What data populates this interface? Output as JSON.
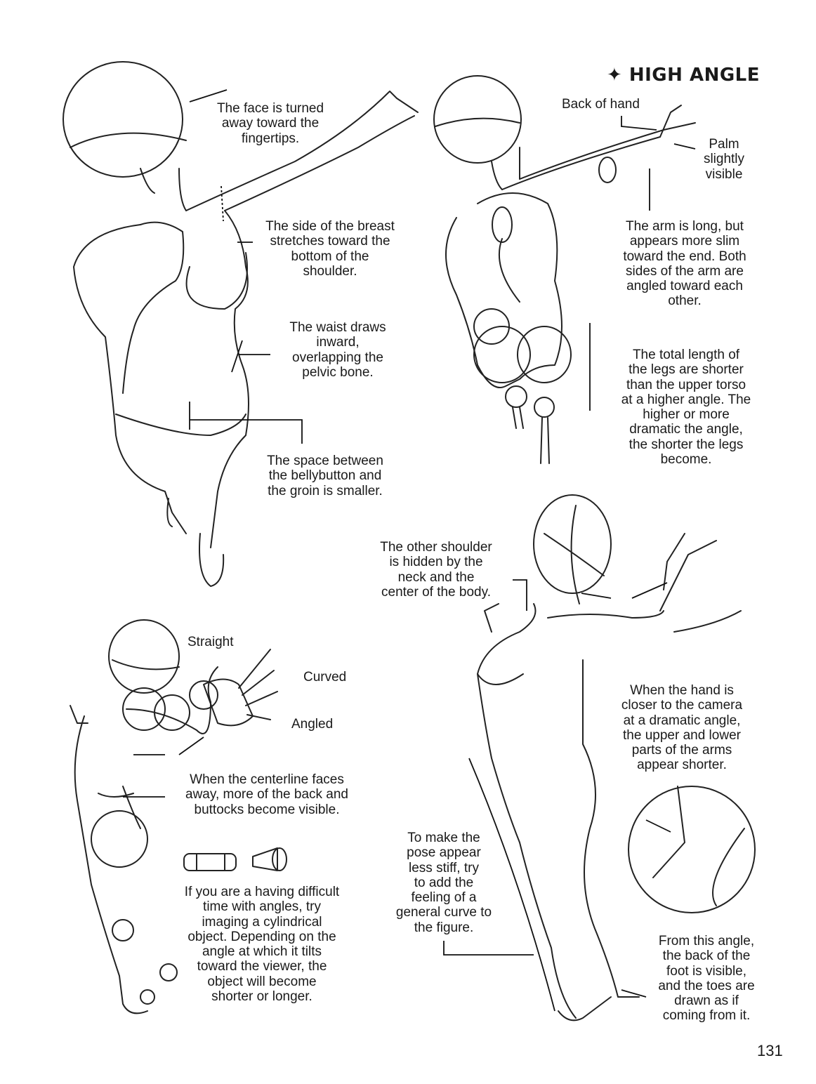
{
  "title": {
    "icon": "four-point-star-icon",
    "star": "✦",
    "text": "HIGH ANGLE"
  },
  "notes": {
    "face_turned": "The face is turned\naway toward the\nfingertips.",
    "breast_side": "The side of the breast\nstretches toward the\nbottom of the\nshoulder.",
    "waist": "The waist draws\ninward,\noverlapping the\npelvic bone.",
    "bellybutton": "The space between\nthe bellybutton and\nthe groin is smaller.",
    "back_of_hand": "Back of hand",
    "palm": "Palm\nslightly\nvisible",
    "arm_long": "The arm is long, but\nappears more slim\ntoward the end. Both\nsides of the arm are\nangled toward each\nother.",
    "legs_length": "The total length of\nthe legs are shorter\nthan the upper torso\nat a higher angle. The\nhigher or more\ndramatic the angle,\nthe shorter the legs\nbecome.",
    "other_shoulder": "The other shoulder\nis hidden by the\nneck and the\ncenter of the body.",
    "straight": "Straight",
    "curved": "Curved",
    "angled": "Angled",
    "hand_closer": "When the hand is\ncloser to the camera\nat a dramatic angle,\nthe upper and lower\nparts of the arms\nappear shorter.",
    "centerline": "When the centerline faces\naway, more of the back and\nbuttocks become visible.",
    "general_curve": "To make the\npose appear\nless stiff, try\nto add the\nfeeling of a\ngeneral curve to\nthe figure.",
    "cylinder": "If you are a having difficult\ntime with angles, try\nimaging a cylindrical\nobject. Depending on the\nangle at which it tilts\ntoward the viewer, the\nobject will become\nshorter or longer.",
    "foot_angle": "From this angle,\nthe back of the\nfoot is visible,\nand the toes are\ndrawn as if\ncoming from it."
  },
  "page_number": "131"
}
